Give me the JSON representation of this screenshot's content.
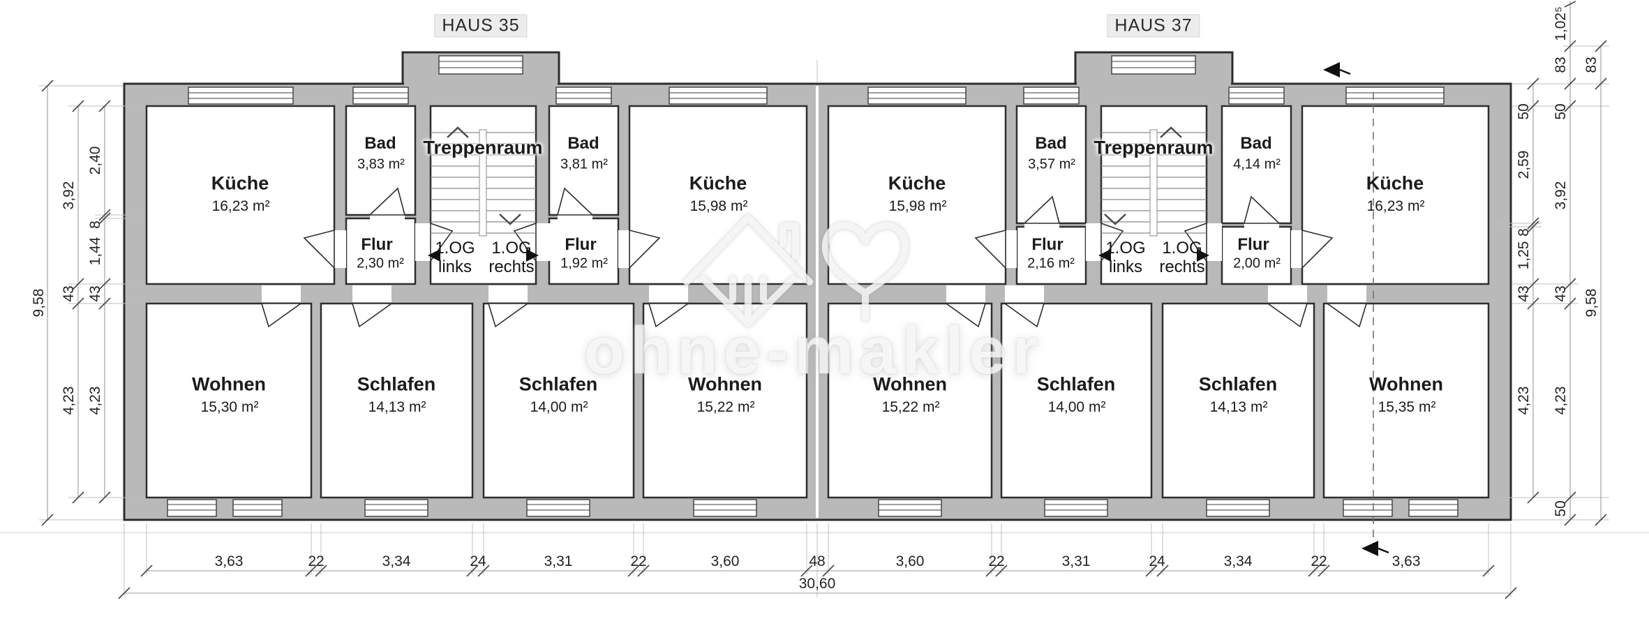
{
  "plan": {
    "haus35": "HAUS 35",
    "haus37": "HAUS 37",
    "watermark": "ohne-makler"
  },
  "h35": {
    "kueche_w": {
      "name": "Küche",
      "area": "16,23 m²"
    },
    "bad_w": {
      "name": "Bad",
      "area": "3,83 m²"
    },
    "treppenraum": "Treppenraum",
    "bad_e": {
      "name": "Bad",
      "area": "3,81 m²"
    },
    "kueche_e": {
      "name": "Küche",
      "area": "15,98 m²"
    },
    "flur_w": {
      "name": "Flur",
      "area": "2,30 m²"
    },
    "og_links": {
      "l1": "1.OG",
      "l2": "links"
    },
    "og_rechts": {
      "l1": "1.OG",
      "l2": "rechts"
    },
    "flur_e": {
      "name": "Flur",
      "area": "1,92 m²"
    },
    "wohnen_w": {
      "name": "Wohnen",
      "area": "15,30 m²"
    },
    "schlafen_w": {
      "name": "Schlafen",
      "area": "14,13 m²"
    },
    "schlafen_e": {
      "name": "Schlafen",
      "area": "14,00 m²"
    },
    "wohnen_e": {
      "name": "Wohnen",
      "area": "15,22 m²"
    }
  },
  "h37": {
    "kueche_w": {
      "name": "Küche",
      "area": "15,98 m²"
    },
    "bad_w": {
      "name": "Bad",
      "area": "3,57 m²"
    },
    "treppenraum": "Treppenraum",
    "bad_e": {
      "name": "Bad",
      "area": "4,14 m²"
    },
    "kueche_e": {
      "name": "Küche",
      "area": "16,23 m²"
    },
    "flur_w": {
      "name": "Flur",
      "area": "2,16 m²"
    },
    "og_links": {
      "l1": "1.OG",
      "l2": "links"
    },
    "og_rechts": {
      "l1": "1.OG",
      "l2": "rechts"
    },
    "flur_e": {
      "name": "Flur",
      "area": "2,00 m²"
    },
    "wohnen_w": {
      "name": "Wohnen",
      "area": "15,22 m²"
    },
    "schlafen_w": {
      "name": "Schlafen",
      "area": "14,00 m²"
    },
    "schlafen_e": {
      "name": "Schlafen",
      "area": "14,13 m²"
    },
    "wohnen_e": {
      "name": "Wohnen",
      "area": "15,35 m²"
    }
  },
  "dims": {
    "left_outer": "9,58",
    "left_mid": [
      "3,92",
      "43",
      "4,23"
    ],
    "left_in": [
      "2,40",
      "8",
      "1,44",
      "43",
      "4,23"
    ],
    "right_in": [
      "50",
      "2,59",
      "8",
      "1,25",
      "43",
      "4,23"
    ],
    "right_mid": [
      "1,02⁵",
      "83",
      "50",
      "3,92",
      "43",
      "4,23",
      "50"
    ],
    "right_out": [
      "83",
      "9,58"
    ],
    "bottom": [
      "3,63",
      "22",
      "3,34",
      "24",
      "3,31",
      "22",
      "3,60",
      "48",
      "3,60",
      "22",
      "3,31",
      "24",
      "3,34",
      "22",
      "3,63"
    ],
    "total": "30,60"
  }
}
